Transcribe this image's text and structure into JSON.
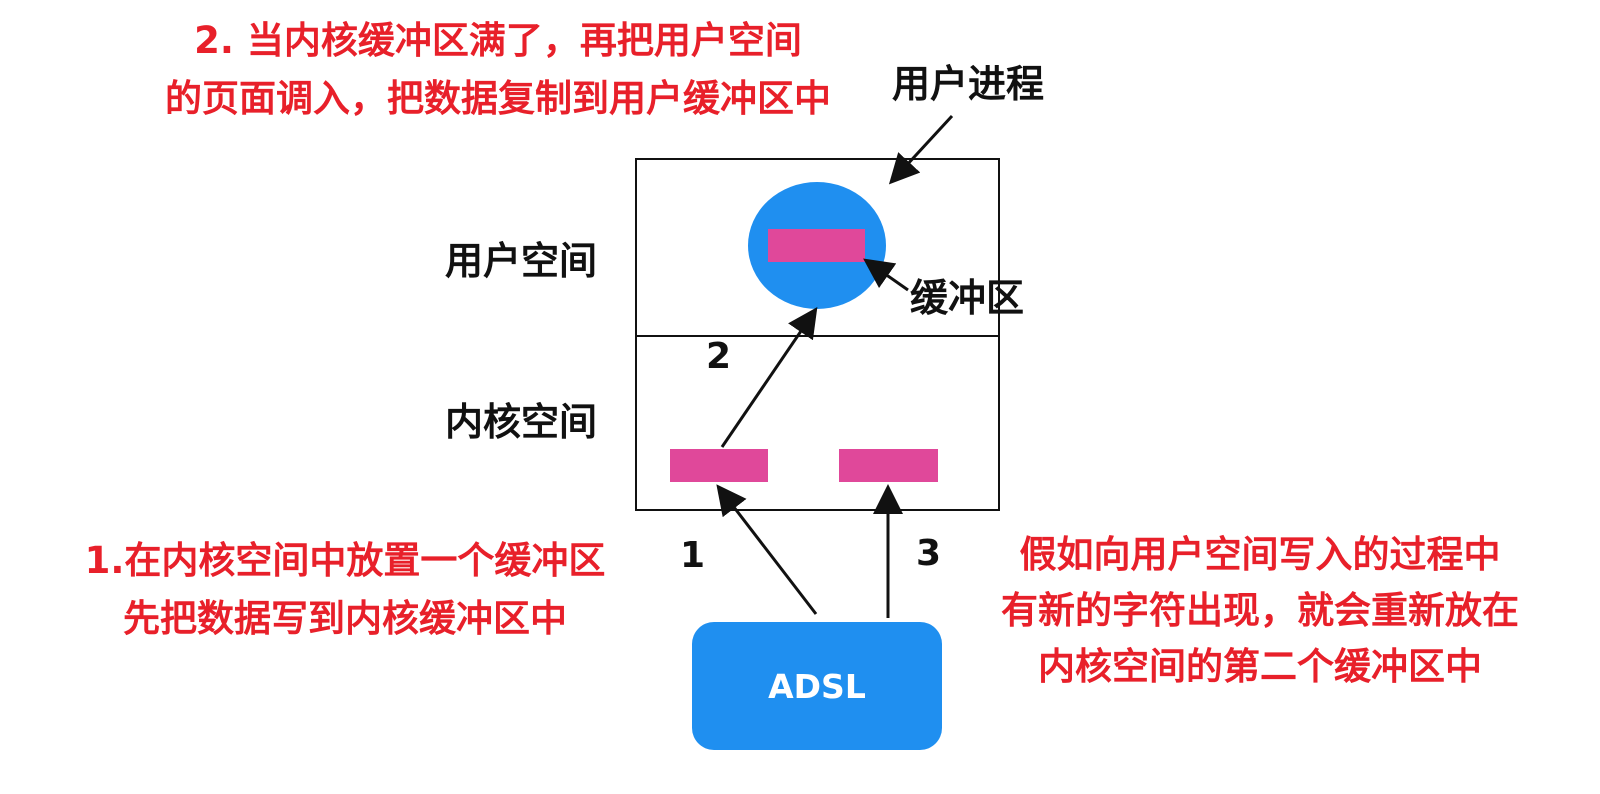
{
  "notes": {
    "top": [
      "2. 当内核缓冲区满了，再把用户空间",
      "的页面调入，把数据复制到用户缓冲区中"
    ],
    "left": [
      "1.在内核空间中放置一个缓冲区",
      "先把数据写到内核缓冲区中"
    ],
    "right": [
      "假如向用户空间写入的过程中",
      "有新的字符出现，就会重新放在",
      "内核空间的第二个缓冲区中"
    ]
  },
  "labels": {
    "user_process": "用户进程",
    "user_space": "用户空间",
    "kernel_space": "内核空间",
    "buffer": "缓冲区",
    "adsl": "ADSL"
  },
  "steps": {
    "one": "1",
    "two": "2",
    "three": "3"
  },
  "colors": {
    "note_red": "#e8202a",
    "device_blue": "#1f8ff0",
    "buffer_pink": "#e0489a",
    "line_black": "#111111"
  }
}
